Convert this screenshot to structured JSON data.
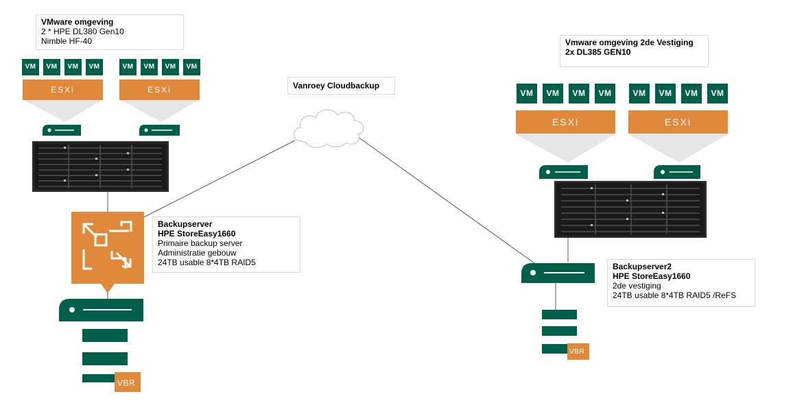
{
  "vmware_box": {
    "title": "VMware omgeving",
    "line1": "2 * HPE  DL380 Gen10",
    "line2": "Nimble HF-40"
  },
  "vmware2_box": {
    "title": "Vmware omgeving 2de Vestiging",
    "line1": "2x DL385 GEN10"
  },
  "cloud_box": {
    "title": "Vanroey Cloudbackup"
  },
  "backup1_box": {
    "title": "Backupserver",
    "subtitle": "HPE  StoreEasy1660",
    "line1": "Primaire backup server",
    "line2": "Administratie gebouw",
    "line3": "24TB usable 8*4TB RAID5"
  },
  "backup2_box": {
    "title": "Backupserver2",
    "subtitle": "HPE  StoreEasy1660",
    "line1": "2de vestiging",
    "line2": "24TB usable 8*4TB RAID5 /ReFS"
  },
  "labels": {
    "vm": "VM",
    "esxi": "ESXi",
    "vbr": "VBR"
  },
  "colors": {
    "green": "#005f4b",
    "orange": "#e0893b",
    "cone": "#e6e6e6",
    "line": "#555555"
  }
}
